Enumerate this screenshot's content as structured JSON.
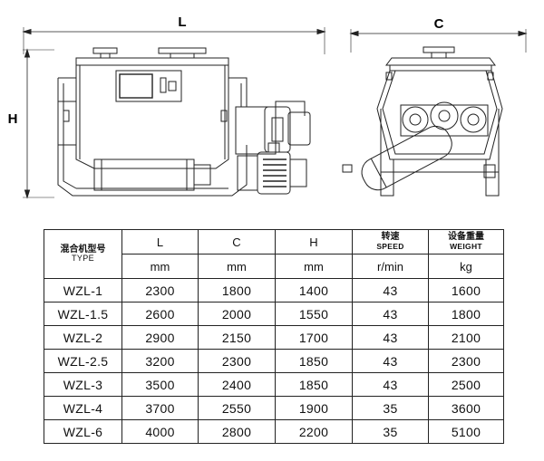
{
  "drawing": {
    "front_view": {
      "length_label": "L",
      "height_label": "H"
    },
    "side_view": {
      "width_label": "C"
    }
  },
  "table": {
    "header_row1": {
      "type_cn": "混合机型号",
      "type_en": "TYPE",
      "L": "L",
      "C": "C",
      "H": "H",
      "speed_cn": "转速",
      "speed_en": "SPEED",
      "weight_cn": "设备重量",
      "weight_en": "WEIGHT"
    },
    "header_row2": {
      "L_unit": "mm",
      "C_unit": "mm",
      "H_unit": "mm",
      "speed_unit": "r/min",
      "weight_unit": "kg"
    },
    "rows": [
      {
        "model": "WZL-1",
        "L": "2300",
        "C": "1800",
        "H": "1400",
        "speed": "43",
        "weight": "1600"
      },
      {
        "model": "WZL-1.5",
        "L": "2600",
        "C": "2000",
        "H": "1550",
        "speed": "43",
        "weight": "1800"
      },
      {
        "model": "WZL-2",
        "L": "2900",
        "C": "2150",
        "H": "1700",
        "speed": "43",
        "weight": "2100"
      },
      {
        "model": "WZL-2.5",
        "L": "3200",
        "C": "2300",
        "H": "1850",
        "speed": "43",
        "weight": "2300"
      },
      {
        "model": "WZL-3",
        "L": "3500",
        "C": "2400",
        "H": "1850",
        "speed": "43",
        "weight": "2500"
      },
      {
        "model": "WZL-4",
        "L": "3700",
        "C": "2550",
        "H": "1900",
        "speed": "35",
        "weight": "3600"
      },
      {
        "model": "WZL-6",
        "L": "4000",
        "C": "2800",
        "H": "2200",
        "speed": "35",
        "weight": "5100"
      }
    ]
  }
}
